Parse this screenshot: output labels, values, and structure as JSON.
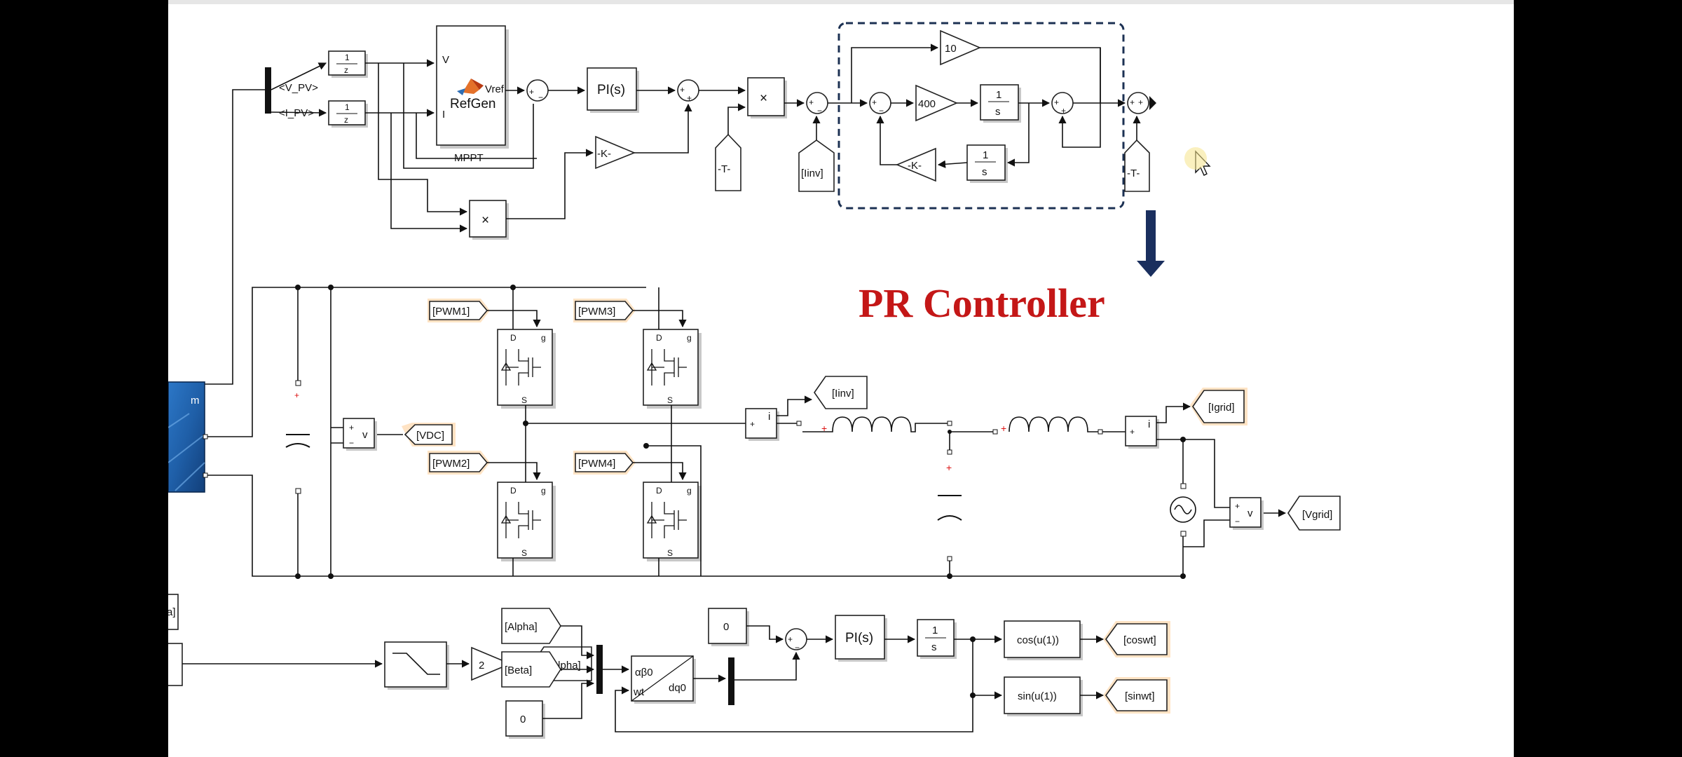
{
  "diagram": {
    "annotation": "PR Controller",
    "mppt": {
      "title": "RefGen",
      "caption": "MPPT",
      "in_v": "V",
      "in_i": "I",
      "out": "Vref"
    },
    "bus_signals": [
      "<V_PV>",
      "<I_PV>"
    ],
    "blocks": {
      "pi": "PI(s)",
      "mul": "×",
      "gain_k": "-K-",
      "gain_10": "10",
      "gain_400": "400",
      "integrator_num": "1",
      "integrator_den": "s",
      "delay_num": "1",
      "delay_den": "z",
      "tag_t": "-T-",
      "two": "2",
      "zero": "0",
      "park_in": "αβ0",
      "park_wt": "wt",
      "park_out": "dq0",
      "cos": "cos(u(1))",
      "sin": "sin(u(1))",
      "voltmeter": "v",
      "ammeter": "i",
      "pv_port": "m"
    },
    "signal_tags": {
      "iinv": "[Iinv]",
      "pwm1": "[PWM1]",
      "pwm2": "[PWM2]",
      "pwm3": "[PWM3]",
      "pwm4": "[PWM4]",
      "vdc": "[VDC]",
      "igrid": "[Igrid]",
      "vgrid": "[Vgrid]",
      "alpha": "[Alpha]",
      "beta": "[Beta]",
      "coswt": "[coswt]",
      "sinwt": "[sinwt]",
      "partial": "a]"
    },
    "switch_labels": {
      "drain": "D",
      "gate": "g",
      "source": "S"
    },
    "sum_signs": {
      "plus": "+",
      "minus": "−"
    },
    "colors": {
      "annotation": "#c41717",
      "dashed_box": "#1c3153",
      "arrow": "#1a2f5e",
      "tag_glow": "#ffd9b0",
      "pv_panel": "#1f5fa8"
    },
    "icons": [
      "matlab-function-icon",
      "mouse-cursor-icon",
      "down-arrow-icon",
      "ac-source-icon",
      "saturation-icon"
    ]
  }
}
